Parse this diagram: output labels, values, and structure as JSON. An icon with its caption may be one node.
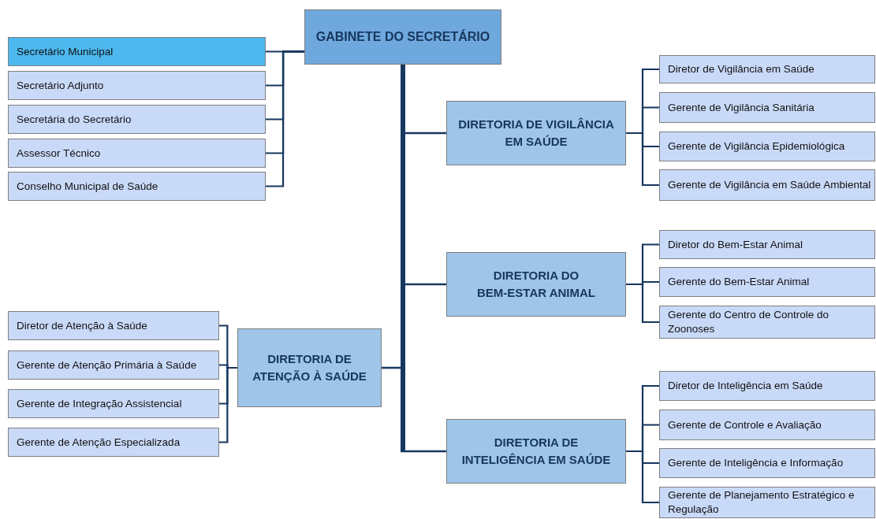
{
  "diagram": {
    "nodes": [
      {
        "text": [
          "GABINETE DO SECRETÁRIO"
        ]
      },
      {
        "text": [
          "Secretário Municipal"
        ]
      },
      {
        "text": [
          "Secretário Adjunto"
        ]
      },
      {
        "text": [
          "Secretária do Secretário"
        ]
      },
      {
        "text": [
          "Assessor Técnico"
        ]
      },
      {
        "text": [
          "Conselho Municipal de Saúde"
        ]
      },
      {
        "text": [
          "DIRETORIA DE VIGILÂNCIA EM SAÚDE"
        ]
      },
      {
        "text": [
          "Diretor de Vigilância em Saúde"
        ]
      },
      {
        "text": [
          "Gerente de Vigilância Sanitária"
        ]
      },
      {
        "text": [
          "Gerente de Vigilância Epidemiológica"
        ]
      },
      {
        "text": [
          "Gerente de Vigilância em Saúde Ambiental"
        ]
      },
      {
        "text": [
          "DIRETORIA DO BEM-ESTAR ANIMAL"
        ]
      },
      {
        "text": [
          "Diretor do Bem-Estar Animal"
        ]
      },
      {
        "text": [
          "Gerente do Bem-Estar Animal"
        ]
      },
      {
        "text": [
          "Gerente do Centro de Controle do Zoonoses"
        ]
      },
      {
        "text": [
          "DIRETORIA DE ATENÇÃO À SAÚDE"
        ]
      },
      {
        "text": [
          "Diretor de Atenção à Saúde"
        ]
      },
      {
        "text": [
          "Gerente de Atenção Primária à Saúde"
        ]
      },
      {
        "text": [
          "Gerente de Integração Assistencial"
        ]
      },
      {
        "text": [
          "Gerente de Atenção Especializada"
        ]
      },
      {
        "text": [
          "DIRETORIA DE INTELIGÊNCIA EM SAÚDE"
        ]
      },
      {
        "text": [
          "Diretor de Inteligência em Saúde"
        ]
      },
      {
        "text": [
          "Gerente de Controle e Avaliação"
        ]
      },
      {
        "text": [
          "Gerente de Inteligência e Informação"
        ]
      },
      {
        "text": [
          "Gerente de Planejamento Estratégico e Regulação"
        ]
      }
    ],
    "edges": [
      {
        "from": 0,
        "to": 1,
        "arrow": "none"
      },
      {
        "from": 0,
        "to": 2,
        "arrow": "none"
      },
      {
        "from": 0,
        "to": 3,
        "arrow": "none"
      },
      {
        "from": 0,
        "to": 4,
        "arrow": "none"
      },
      {
        "from": 0,
        "to": 5,
        "arrow": "none"
      },
      {
        "from": 0,
        "to": 6,
        "arrow": "none",
        "style": "thick"
      },
      {
        "from": 0,
        "to": 11,
        "arrow": "none",
        "style": "thick"
      },
      {
        "from": 0,
        "to": 15,
        "arrow": "none",
        "style": "thick"
      },
      {
        "from": 0,
        "to": 20,
        "arrow": "none",
        "style": "thick"
      },
      {
        "from": 6,
        "to": 7,
        "arrow": "none"
      },
      {
        "from": 6,
        "to": 8,
        "arrow": "none"
      },
      {
        "from": 6,
        "to": 9,
        "arrow": "none"
      },
      {
        "from": 6,
        "to": 10,
        "arrow": "none"
      },
      {
        "from": 11,
        "to": 12,
        "arrow": "none"
      },
      {
        "from": 11,
        "to": 13,
        "arrow": "none"
      },
      {
        "from": 11,
        "to": 14,
        "arrow": "none"
      },
      {
        "from": 15,
        "to": 16,
        "arrow": "none"
      },
      {
        "from": 15,
        "to": 17,
        "arrow": "none"
      },
      {
        "from": 15,
        "to": 18,
        "arrow": "none"
      },
      {
        "from": 15,
        "to": 19,
        "arrow": "none"
      },
      {
        "from": 20,
        "to": 21,
        "arrow": "none"
      },
      {
        "from": 20,
        "to": 22,
        "arrow": "none"
      },
      {
        "from": 20,
        "to": 23,
        "arrow": "none"
      },
      {
        "from": 20,
        "to": 24,
        "arrow": "none"
      }
    ]
  }
}
